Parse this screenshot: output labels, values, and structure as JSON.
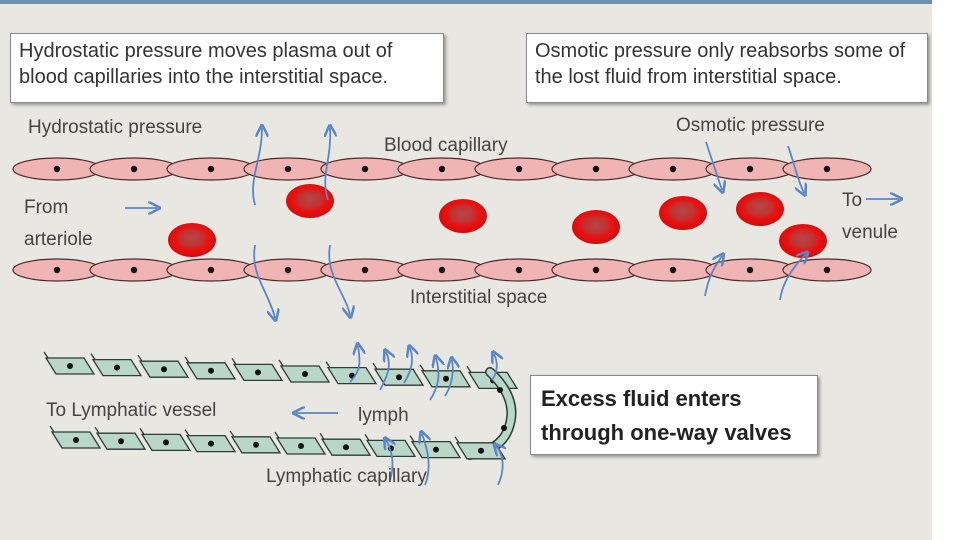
{
  "boxes": {
    "hydrostatic_note": "Hydrostatic pressure moves plasma out of blood capillaries into the interstitial space.",
    "osmotic_note": "Osmotic pressure only reabsorbs some of the lost fluid from interstitial space.",
    "valves_note": "Excess fluid enters through one-way valves"
  },
  "labels": {
    "hydrostatic_pressure": "Hydrostatic  pressure",
    "blood_capillary": "Blood capillary",
    "osmotic_pressure": "Osmotic pressure",
    "from_arteriole_1": "From",
    "from_arteriole_2": "arteriole",
    "to_venule_1": "To",
    "to_venule_2": "venule",
    "interstitial_space": "Interstitial space",
    "to_lymphatic_vessel": "To Lymphatic vessel",
    "lymph": "lymph",
    "lymphatic_capillary": "Lymphatic capillary"
  },
  "colors": {
    "endothelial_cell": "#f0b4b4",
    "red_blood_cell": "#e01818",
    "arrow": "#5a86c6",
    "lymph_cell": "#b9d7c9"
  }
}
